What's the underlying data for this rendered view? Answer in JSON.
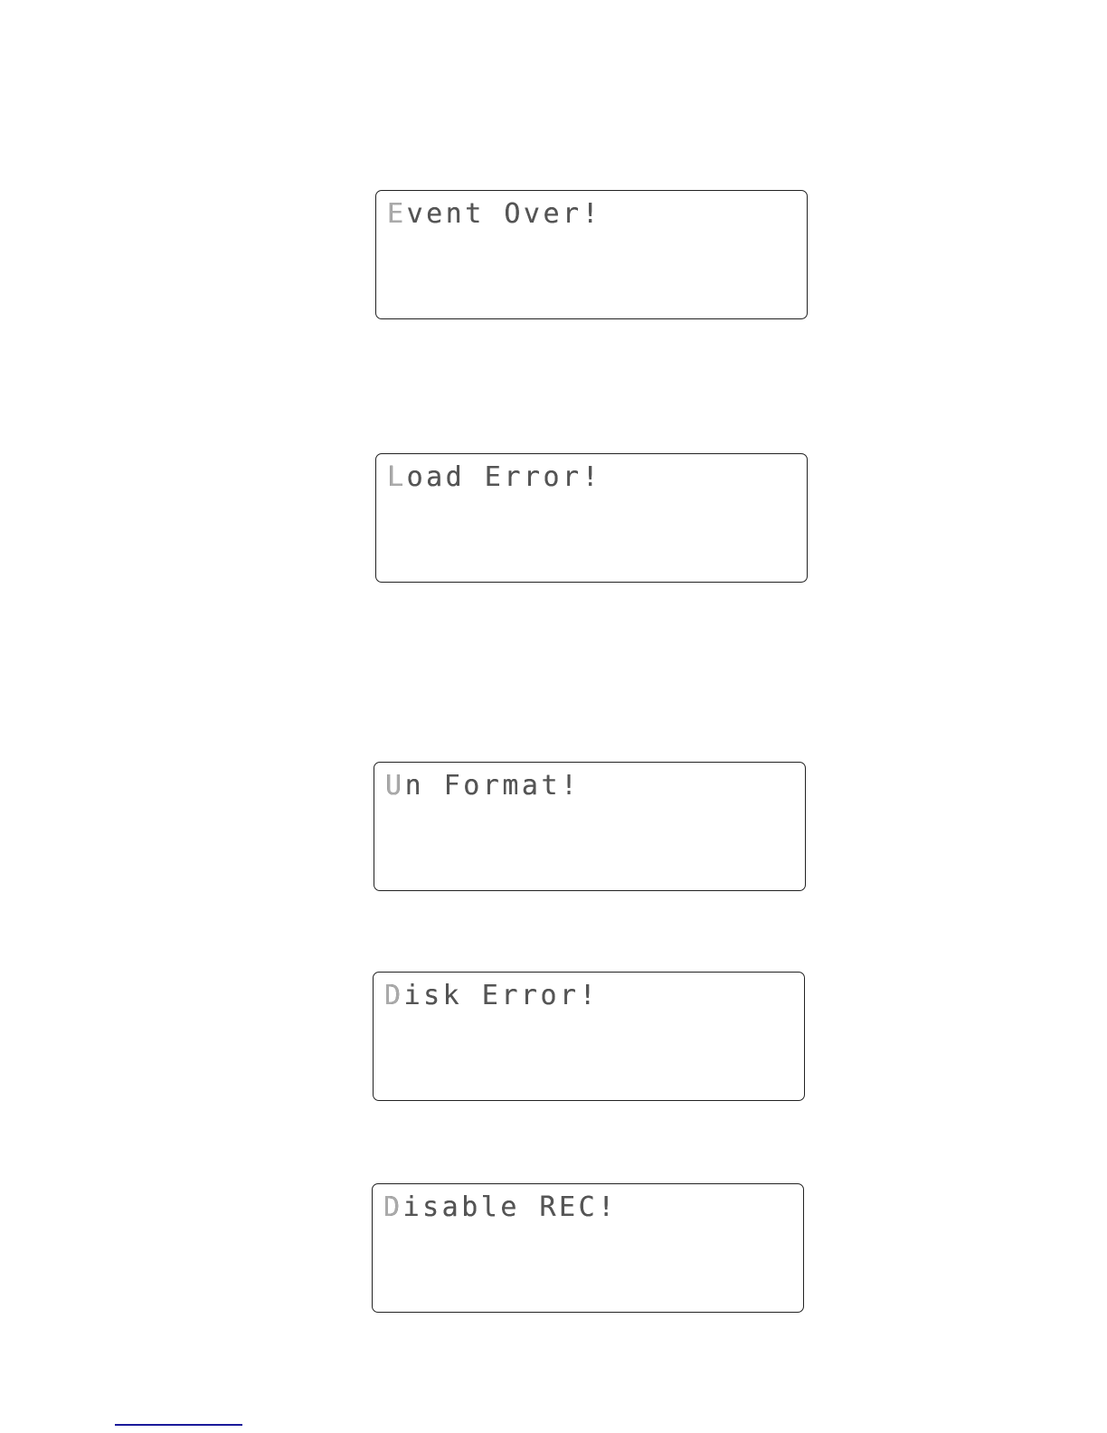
{
  "displays": [
    {
      "text": "Event Over!"
    },
    {
      "text": "Load Error!"
    },
    {
      "text": "Un Format!"
    },
    {
      "text": "Disk Error!"
    },
    {
      "text": "Disable REC!"
    }
  ],
  "colors": {
    "footer_line": "#1a1a9a"
  }
}
